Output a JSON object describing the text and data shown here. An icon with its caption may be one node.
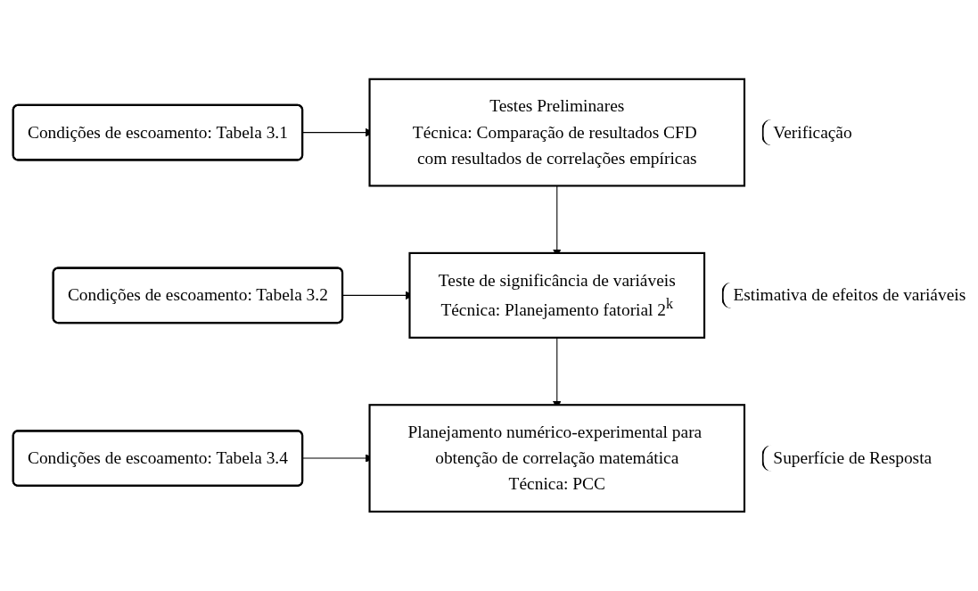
{
  "diagram": {
    "nodes": [
      {
        "text": [
          "Condições de escoamento: Tabela 3.1"
        ]
      },
      {
        "text": [
          "Testes Preliminares",
          "Técnica: Comparação de resultados CFD com resultados de correlações empíricas"
        ],
        "beside": [
          "Verificação"
        ]
      },
      {
        "text": [
          "Condições de escoamento: Tabela 3.2"
        ]
      },
      {
        "text": [
          "Teste de significância de variáveis",
          "Técnica: Planejamento fatorial 2$^{k}$"
        ],
        "beside": [
          "Estimativa de efeitos de variáveis"
        ]
      },
      {
        "text": [
          "Condições de escoamento: Tabela 3.4"
        ]
      },
      {
        "text": [
          "Planejamento numérico-experimental para obtenção de correlação matemática",
          "Técnica: PCC"
        ],
        "beside": [
          "Superfície de Resposta"
        ]
      }
    ],
    "edges": [
      {
        "from": 0,
        "to": 1,
        "arrow": "to"
      },
      {
        "from": 1,
        "to": 3,
        "arrow": "to"
      },
      {
        "from": 2,
        "to": 3,
        "arrow": "to"
      },
      {
        "from": 3,
        "to": 5,
        "arrow": "to"
      },
      {
        "from": 4,
        "to": 5,
        "arrow": "to"
      }
    ]
  }
}
